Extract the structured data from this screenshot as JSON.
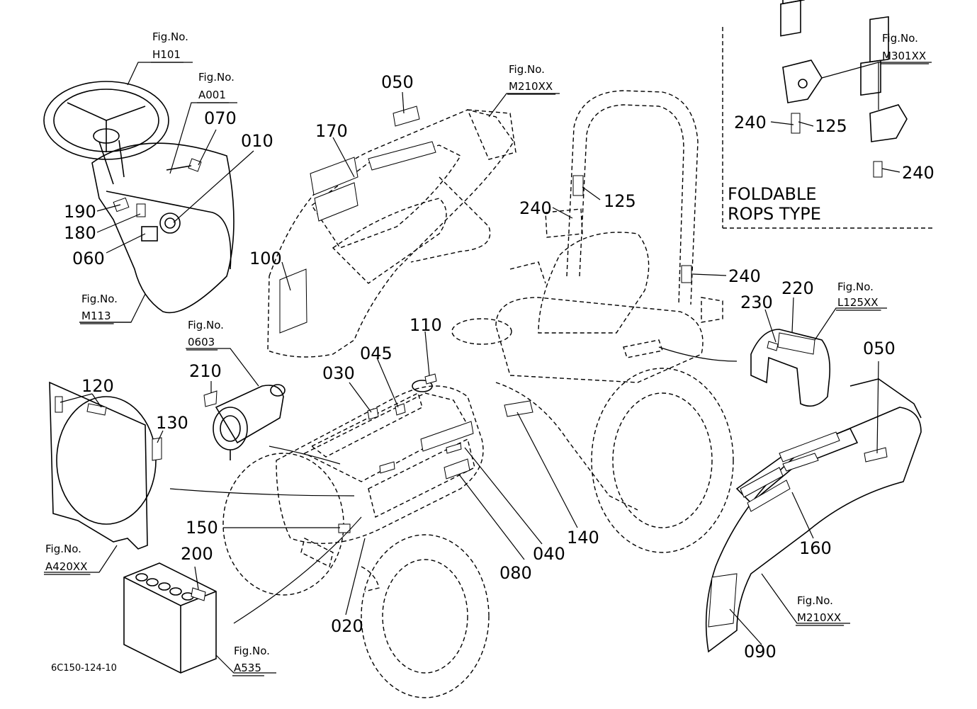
{
  "drawing_code": "6C150-124-10",
  "inset_caption": [
    "FOLDABLE",
    "ROPS  TYPE"
  ],
  "fig_refs": {
    "h101": {
      "title": "Fig.No.",
      "ref": "H101"
    },
    "a001": {
      "title": "Fig.No.",
      "ref": "A001"
    },
    "m113": {
      "title": "Fig.No.",
      "ref": "M113"
    },
    "m210_top": {
      "title": "Fig.No.",
      "ref": "M210XX"
    },
    "m301": {
      "title": "Fig.No.",
      "ref": "M301XX"
    },
    "f0603": {
      "title": "Fig.No.",
      "ref": "0603"
    },
    "l125": {
      "title": "Fig.No.",
      "ref": "L125XX"
    },
    "a420": {
      "title": "Fig.No.",
      "ref": "A420XX"
    },
    "a535": {
      "title": "Fig.No.",
      "ref": "A535"
    },
    "m210_bottom": {
      "title": "Fig.No.",
      "ref": "M210XX"
    }
  },
  "callouts": {
    "c070": "070",
    "c010": "010",
    "c190": "190",
    "c180": "180",
    "c060": "060",
    "c050a": "050",
    "c170": "170",
    "c100": "100",
    "c110": "110",
    "c045": "045",
    "c030": "030",
    "c210": "210",
    "c120": "120",
    "c130": "130",
    "c150": "150",
    "c200": "200",
    "c020": "020",
    "c080": "080",
    "c040": "040",
    "c140": "140",
    "c240a": "240",
    "c125a": "125",
    "c240b": "240",
    "c240c": "240",
    "c125b": "125",
    "c240d": "240",
    "c230": "230",
    "c220": "220",
    "c050b": "050",
    "c160": "160",
    "c090": "090"
  }
}
